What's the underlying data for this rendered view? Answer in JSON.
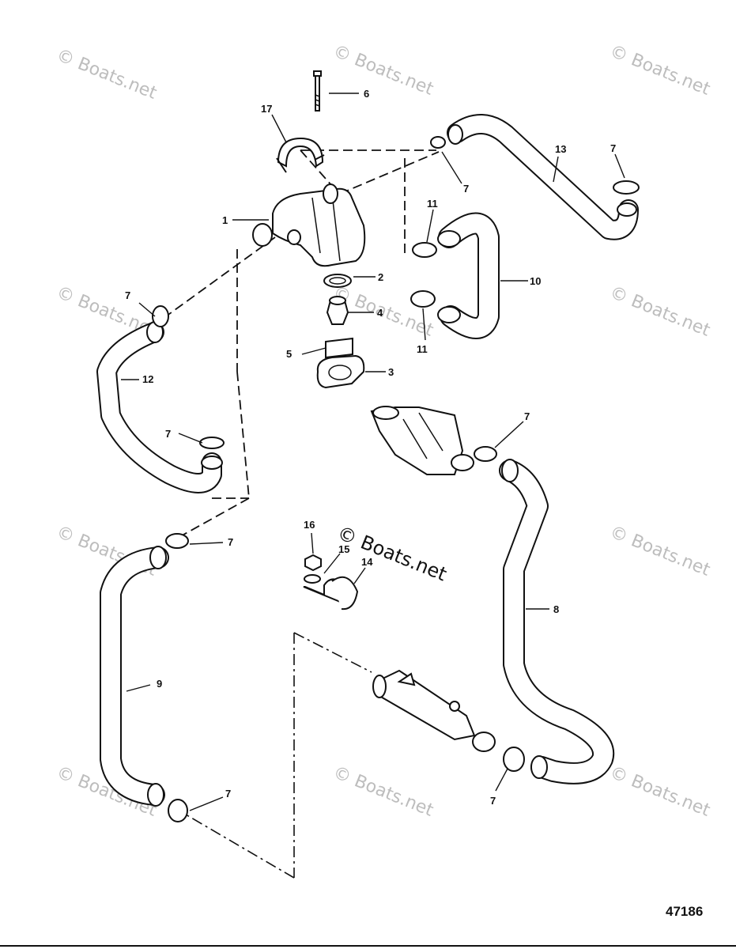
{
  "watermark": {
    "text": "© Boats.net",
    "center_text": "© Boats.net"
  },
  "figure_number": "47186",
  "callouts": {
    "c1": "1",
    "c2": "2",
    "c3": "3",
    "c4": "4",
    "c5": "5",
    "c6": "6",
    "c7a": "7",
    "c7b": "7",
    "c7c": "7",
    "c7d": "7",
    "c7e": "7",
    "c7f": "7",
    "c7g": "7",
    "c7h": "7",
    "c8": "8",
    "c9": "9",
    "c10": "10",
    "c11a": "11",
    "c11b": "11",
    "c12": "12",
    "c13": "13",
    "c14": "14",
    "c15": "15",
    "c16": "16",
    "c17": "17"
  },
  "colors": {
    "line": "#111111",
    "watermark": "#bdbdbd",
    "background": "#ffffff"
  }
}
